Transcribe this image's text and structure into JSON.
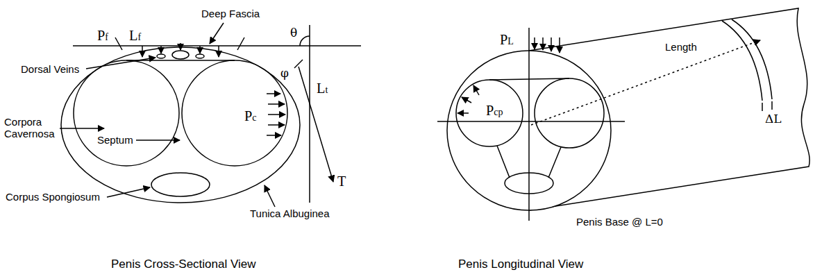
{
  "diagram": {
    "labels": [
      "Pf",
      "Lf",
      "Deep Fascia",
      "θ",
      "Dorsal Veins",
      "φ",
      "Corpora Cavernosa",
      "Pc",
      "Lt",
      "Septum",
      "T",
      "Corpus Spongiosum",
      "Tunica Albuginea",
      "Penis Cross-Sectional View",
      "PL",
      "Pcp",
      "Length",
      "ΔL",
      "Penis Base @ L=0",
      "Penis Longitudinal View"
    ]
  }
}
